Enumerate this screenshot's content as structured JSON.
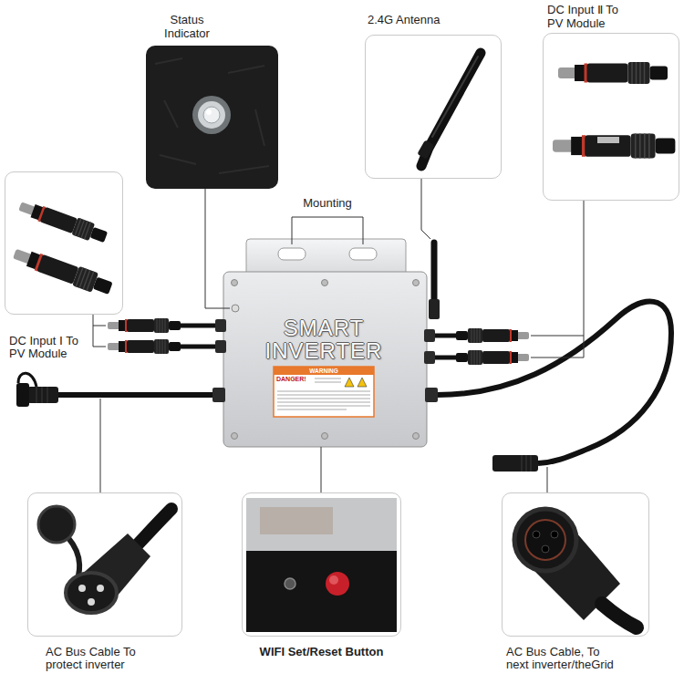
{
  "diagram": {
    "nodes": [
      {
        "text": [
          "Status Indicator"
        ]
      },
      {
        "text": [
          "2.4G Antenna"
        ]
      },
      {
        "text": [
          "DC Input Ⅱ To PV Module"
        ]
      },
      {
        "text": [
          "DC Input Ⅰ To PV Module"
        ]
      },
      {
        "text": [
          "AC Bus Cable To protect inverter"
        ]
      },
      {
        "text": [
          "WIFI Set/Reset Button"
        ]
      },
      {
        "text": [
          "AC Bus Cable, To next inverter/theGrid"
        ]
      }
    ],
    "labels": [
      "Mounting",
      "SMART INVERTER",
      "WARNING",
      "DANGER!"
    ]
  }
}
